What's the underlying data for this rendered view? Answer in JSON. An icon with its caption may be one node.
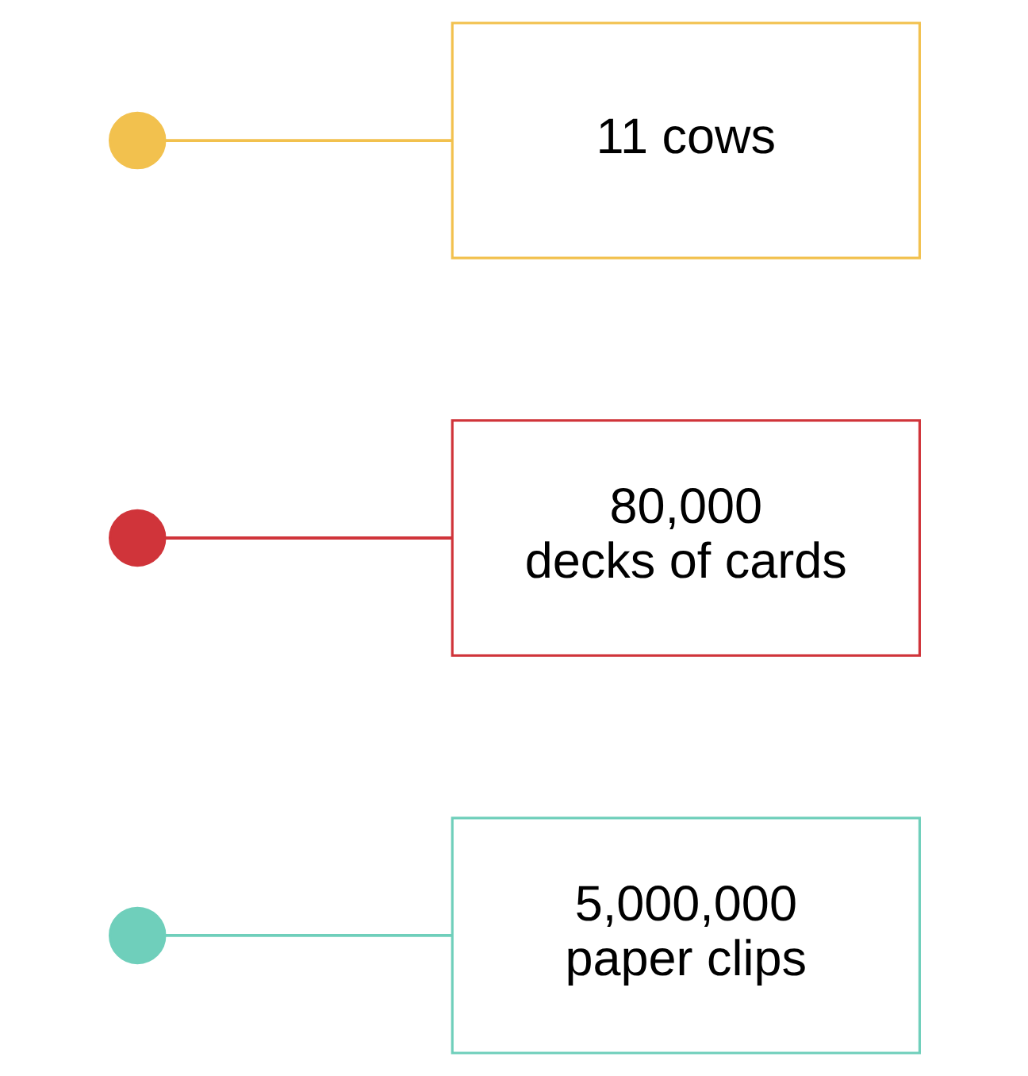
{
  "diagram": {
    "nodes": [
      {
        "text": [],
        "shape": "circle"
      },
      {
        "text": [
          "11 cows"
        ]
      },
      {
        "text": [],
        "shape": "circle"
      },
      {
        "text": [
          "80,000 decks of cards"
        ]
      },
      {
        "text": [],
        "shape": "circle"
      },
      {
        "text": [
          "5,000,000 paper clips"
        ]
      }
    ],
    "edges": [
      {
        "from": 0,
        "to": 1,
        "arrow": "none",
        "color": "#f2c14e"
      },
      {
        "from": 2,
        "to": 3,
        "arrow": "none",
        "color": "#d0343a"
      },
      {
        "from": 4,
        "to": 5,
        "arrow": "none",
        "color": "#6fcfbb"
      }
    ]
  }
}
